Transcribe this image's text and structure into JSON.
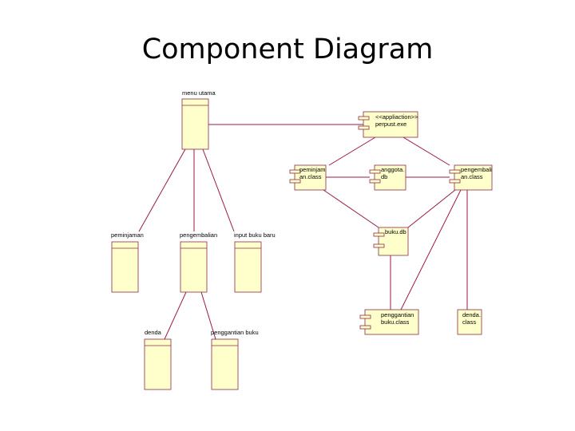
{
  "title": "Component Diagram",
  "diagram": {
    "top_label": "menu utama",
    "left_boxes": [
      "peminjaman",
      "pengembalian",
      "input buku baru"
    ],
    "bottom_boxes": [
      "denda",
      "penggantian buku"
    ],
    "app": [
      "<<appliaction>>",
      "perpust.exe"
    ],
    "peminjaman_class": [
      "peminjam",
      "an.class"
    ],
    "anggota_db": [
      "anggota.",
      "db"
    ],
    "pengembalian_class": [
      "pengembali",
      "an.class"
    ],
    "buku_db": [
      "buku.db"
    ],
    "penggantian_class": [
      "penggantian",
      "buku.class"
    ],
    "denda_class": [
      "denda.",
      "class"
    ]
  }
}
